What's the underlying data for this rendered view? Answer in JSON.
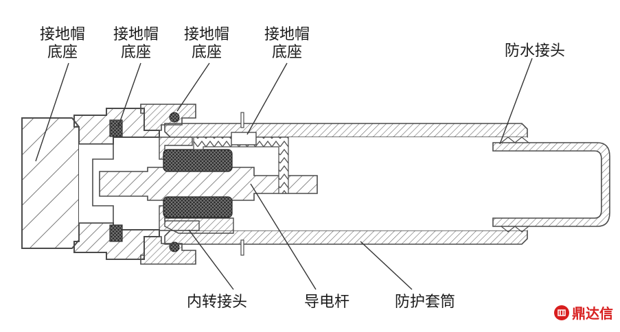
{
  "labels": {
    "base1": "接地帽\n底座",
    "base2": "接地帽\n底座",
    "base3": "接地帽\n底座",
    "base4": "接地帽\n底座",
    "waterproof_joint": "防水接头",
    "inner_adapter": "内转接头",
    "conductive_rod": "导电杆",
    "protective_sleeve": "防护套筒"
  },
  "watermark": {
    "text": "鼎达信",
    "color": "#d81e1e"
  },
  "colors": {
    "line": "#4a4a4a",
    "hatch": "#555555",
    "fill_dark": "#2b2b2b"
  }
}
